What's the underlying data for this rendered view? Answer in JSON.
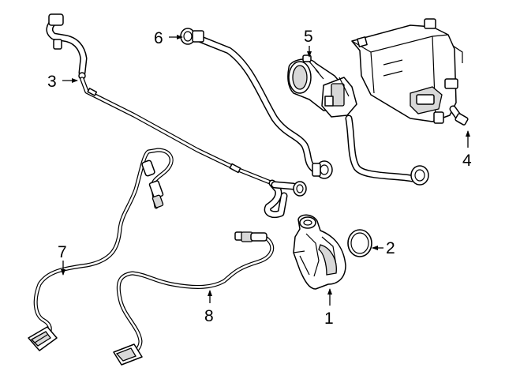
{
  "callouts": [
    {
      "id": "1",
      "text": "1"
    },
    {
      "id": "2",
      "text": "2"
    },
    {
      "id": "3",
      "text": "3"
    },
    {
      "id": "4",
      "text": "4"
    },
    {
      "id": "5",
      "text": "5"
    },
    {
      "id": "6",
      "text": "6"
    },
    {
      "id": "7",
      "text": "7"
    },
    {
      "id": "8",
      "text": "8"
    }
  ],
  "colors": {
    "ink": "#000000",
    "background": "#ffffff",
    "shade": "#d8d8d8"
  }
}
